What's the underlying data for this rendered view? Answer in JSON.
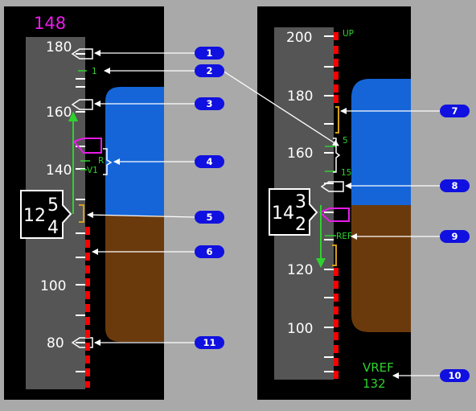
{
  "left_display": {
    "selected_speed": "148",
    "scale_labels": [
      "180",
      "160",
      "140",
      "100",
      "80"
    ],
    "flap_marker": "1",
    "rotate_label": "R",
    "v1_label": "V1",
    "current_speed": {
      "main": "12",
      "upper": "5",
      "lower": "4"
    }
  },
  "right_display": {
    "scale_labels": [
      "200",
      "180",
      "160",
      "120",
      "100"
    ],
    "flap_markers": [
      "UP",
      "5",
      "15"
    ],
    "ref_label": "REF",
    "current_speed": {
      "main": "14",
      "upper": "3",
      "lower": "2"
    },
    "vref_label": "VREF",
    "vref_value": "132"
  },
  "callouts": [
    "1",
    "2",
    "3",
    "4",
    "5",
    "6",
    "7",
    "8",
    "9",
    "10",
    "11"
  ],
  "colors": {
    "background": "#a9a9a9",
    "panel": "#000000",
    "tape": "#555555",
    "sky": "#1565d8",
    "ground": "#6b3a0c",
    "magenta": "#e81ce8",
    "green": "#2fd12f",
    "red": "#ff0000",
    "amber": "#d4a017",
    "callout": "#1010e0"
  }
}
